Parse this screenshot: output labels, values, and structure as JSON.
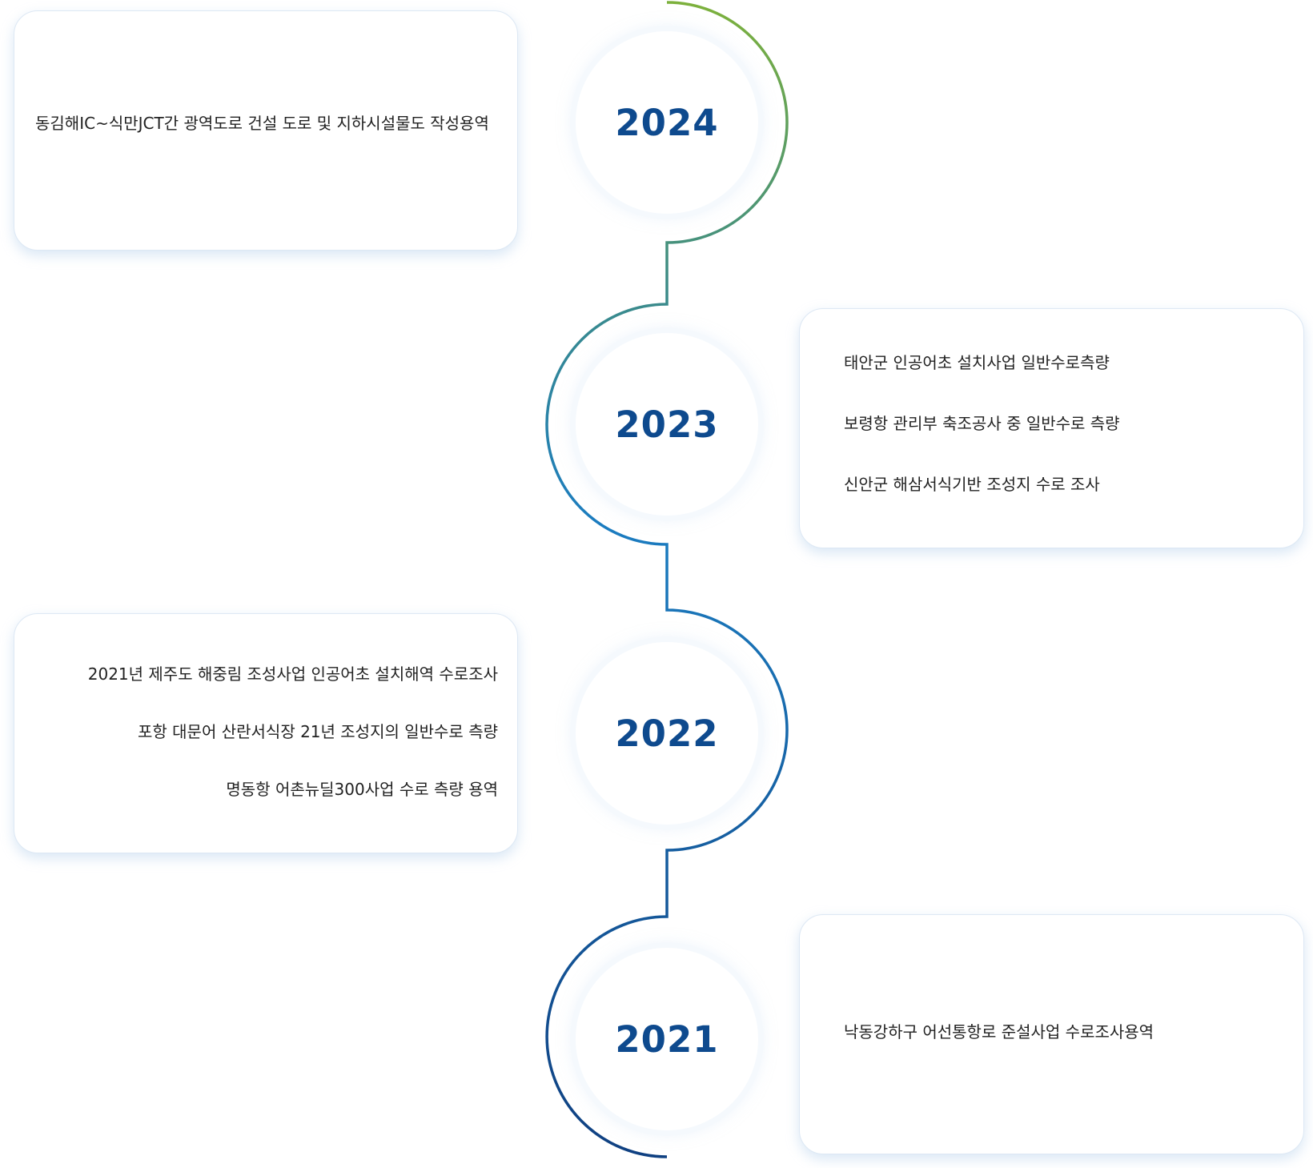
{
  "colors": {
    "line_top": "#7db13b",
    "line_mid": "#3d8c86",
    "line_blue": "#1b7cc0",
    "line_bottom": "#0f3f80",
    "year_text": "#0e4a8e",
    "card_border": "#dde8f4"
  },
  "timeline": [
    {
      "year": "2024",
      "items": [
        "동김해IC~식만JCT간 광역도로 건설 도로 및 지하시설물도 작성용역"
      ]
    },
    {
      "year": "2023",
      "items": [
        "태안군 인공어초 설치사업 일반수로측량",
        "보령항 관리부 축조공사 중 일반수로 측량",
        "신안군 해삼서식기반 조성지 수로 조사"
      ]
    },
    {
      "year": "2022",
      "items": [
        "2021년 제주도 해중림 조성사업 인공어초 설치해역 수로조사",
        "포항 대문어 산란서식장 21년 조성지의 일반수로 측량",
        "명동항 어촌뉴딜300사업 수로 측량 용역"
      ]
    },
    {
      "year": "2021",
      "items": [
        "낙동강하구 어선통항로 준설사업 수로조사용역"
      ]
    }
  ]
}
